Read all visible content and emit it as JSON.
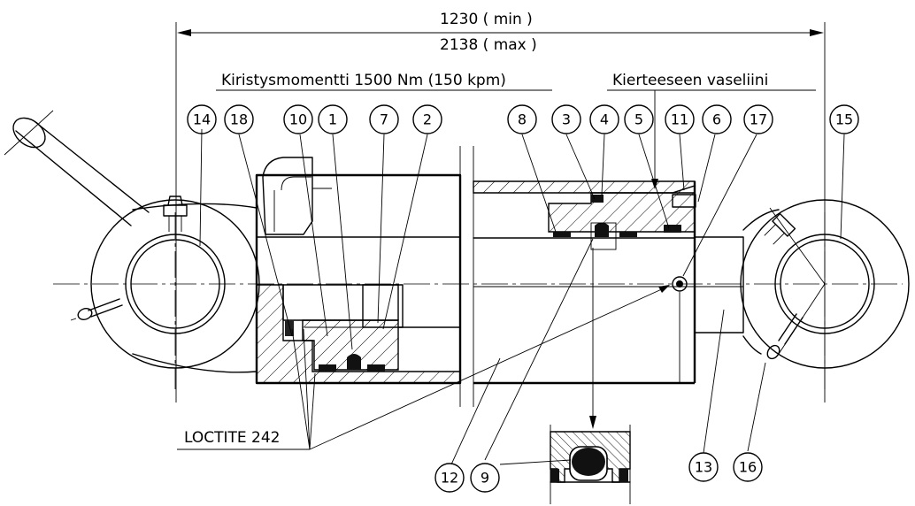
{
  "dimensions": {
    "min": "1230  ( min )",
    "max": "2138  ( max )"
  },
  "notes": {
    "torque": "Kiristysmomentti 1500 Nm (150 kpm)",
    "grease": "Kierteeseen vaseliini",
    "adhesive": "LOCTITE 242"
  },
  "balloons": [
    "14",
    "18",
    "10",
    "1",
    "7",
    "2",
    "8",
    "3",
    "4",
    "5",
    "11",
    "6",
    "17",
    "15",
    "12",
    "9",
    "13",
    "16"
  ],
  "colors": {
    "ink": "#000000",
    "paper": "#ffffff"
  }
}
